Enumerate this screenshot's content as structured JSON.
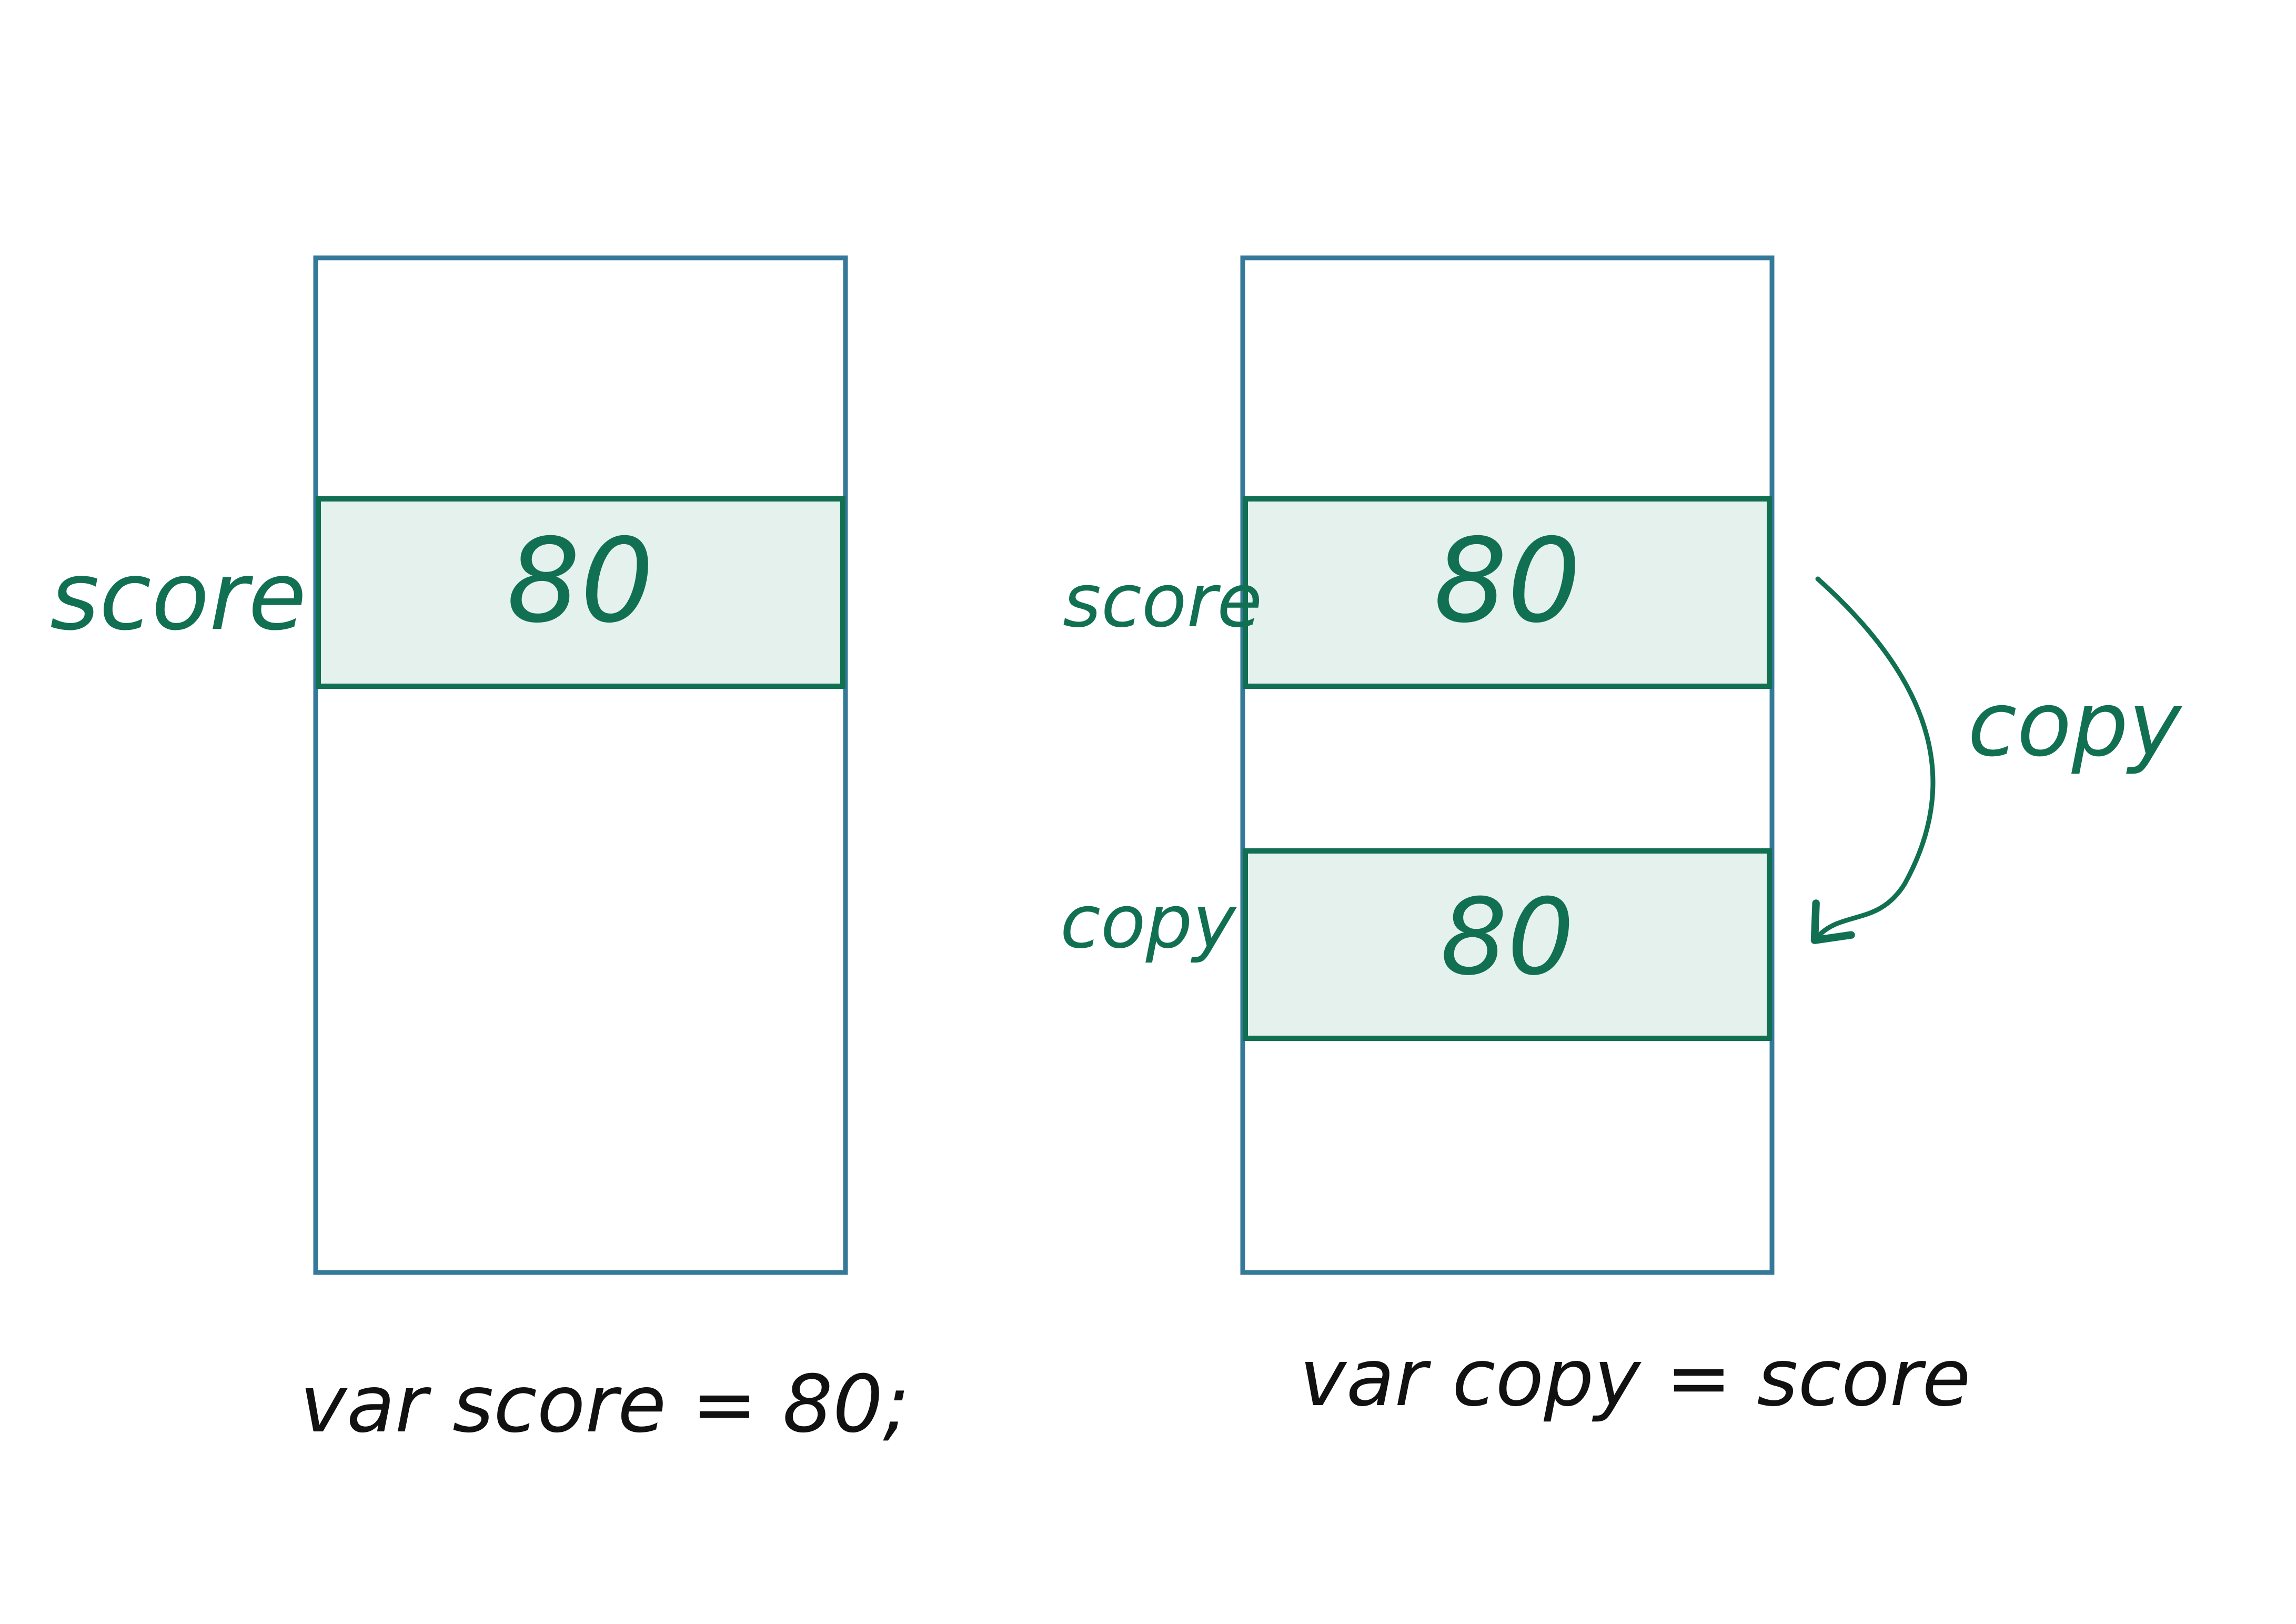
{
  "colors": {
    "frame": "#35799a",
    "cell_stroke": "#127052",
    "cell_fill": "#e4f1ed",
    "label": "#127052",
    "code": "#111111",
    "background": "#ffffff"
  },
  "left_diagram": {
    "variable_label": "score",
    "cell_value": "80",
    "code": "var score = 80;"
  },
  "right_diagram": {
    "score_label": "score",
    "score_value": "80",
    "copy_label": "copy",
    "copy_value": "80",
    "arrow_label": "copy",
    "code": "var copy = score"
  }
}
